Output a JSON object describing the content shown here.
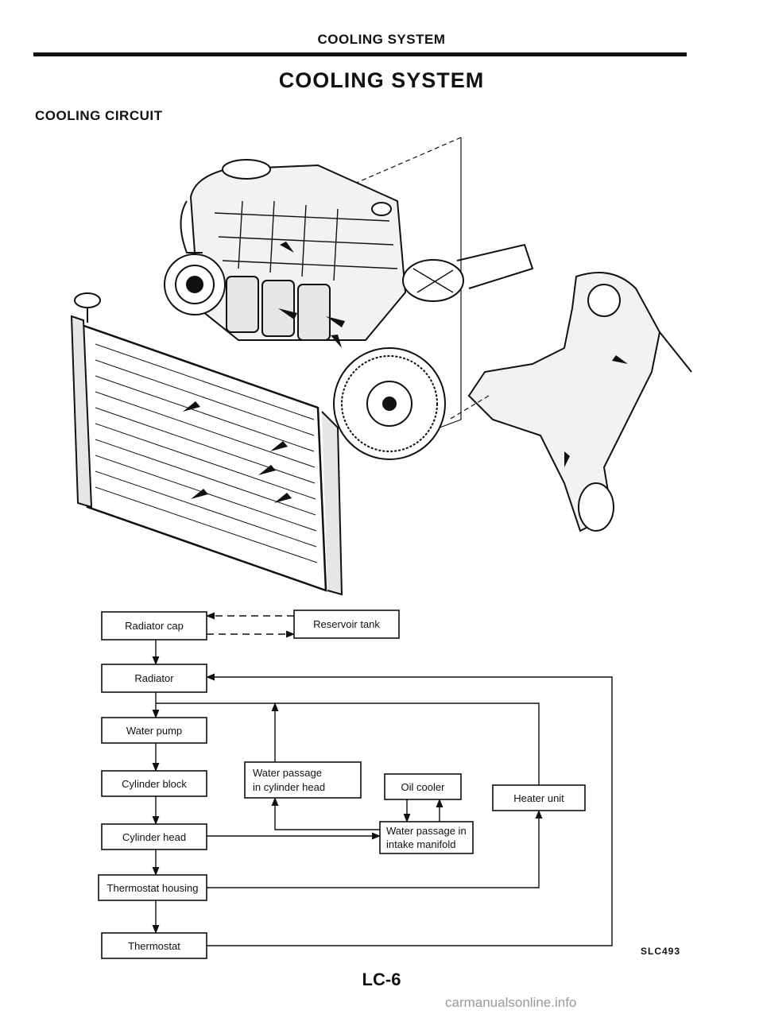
{
  "header": {
    "title": "COOLING SYSTEM"
  },
  "main_title": "COOLING SYSTEM",
  "section_title": "COOLING CIRCUIT",
  "flow": {
    "radiator_cap": "Radiator cap",
    "reservoir_tank": "Reservoir tank",
    "radiator": "Radiator",
    "water_pump": "Water pump",
    "cylinder_block": "Cylinder block",
    "cylinder_head": "Cylinder head",
    "thermostat_housing": "Thermostat housing",
    "thermostat": "Thermostat",
    "water_passage_head_1": "Water passage",
    "water_passage_head_2": "in cylinder head",
    "oil_cooler": "Oil cooler",
    "water_passage_manifold_1": "Water passage in",
    "water_passage_manifold_2": "intake manifold",
    "heater_unit": "Heater unit"
  },
  "figure_code": "SLC493",
  "page_number": "LC-6",
  "watermark": "carmanualsonline.info"
}
